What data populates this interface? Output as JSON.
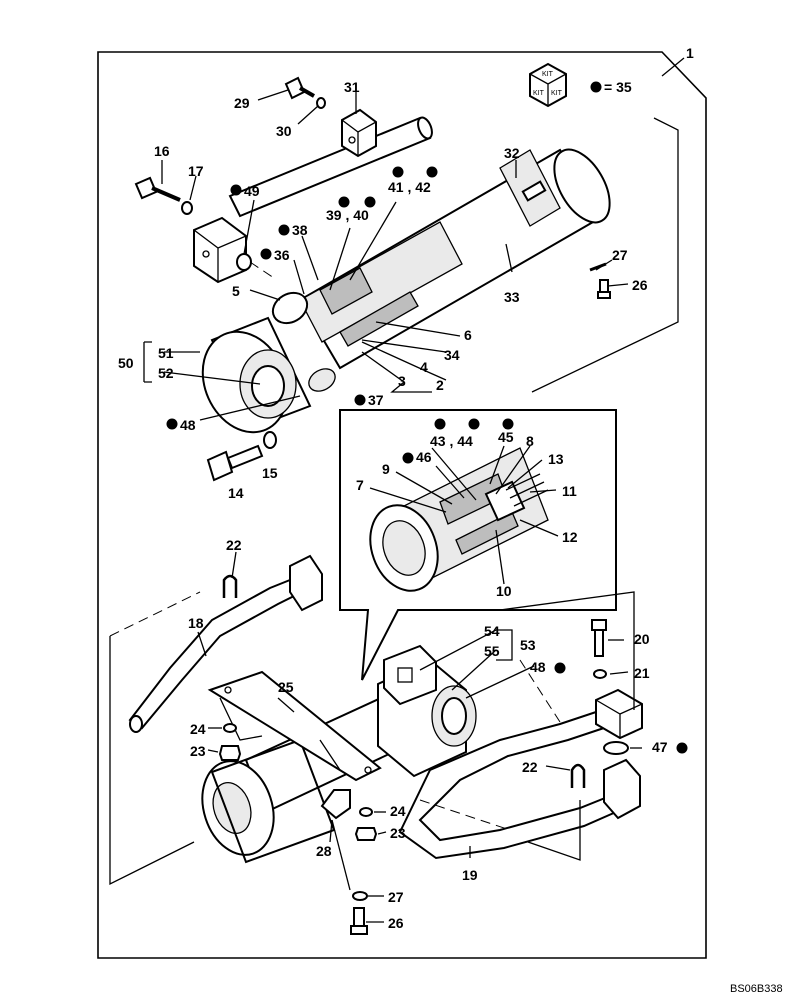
{
  "diagram": {
    "reference_code": "BS06B338",
    "kit_legend": {
      "kit_word": "KIT",
      "equals_text": "= 35"
    },
    "labels": [
      {
        "id": "1",
        "text": "1"
      },
      {
        "id": "2",
        "text": "2"
      },
      {
        "id": "3",
        "text": "3"
      },
      {
        "id": "4",
        "text": "4"
      },
      {
        "id": "5",
        "text": "5"
      },
      {
        "id": "6",
        "text": "6"
      },
      {
        "id": "7",
        "text": "7"
      },
      {
        "id": "8",
        "text": "8"
      },
      {
        "id": "9",
        "text": "9"
      },
      {
        "id": "10",
        "text": "10"
      },
      {
        "id": "11",
        "text": "11"
      },
      {
        "id": "12",
        "text": "12"
      },
      {
        "id": "13",
        "text": "13"
      },
      {
        "id": "14",
        "text": "14"
      },
      {
        "id": "15",
        "text": "15"
      },
      {
        "id": "16",
        "text": "16"
      },
      {
        "id": "17",
        "text": "17"
      },
      {
        "id": "18",
        "text": "18"
      },
      {
        "id": "19",
        "text": "19"
      },
      {
        "id": "20",
        "text": "20"
      },
      {
        "id": "21",
        "text": "21"
      },
      {
        "id": "22a",
        "text": "22"
      },
      {
        "id": "22b",
        "text": "22"
      },
      {
        "id": "23a",
        "text": "23"
      },
      {
        "id": "23b",
        "text": "23"
      },
      {
        "id": "24a",
        "text": "24"
      },
      {
        "id": "24b",
        "text": "24"
      },
      {
        "id": "25",
        "text": "25"
      },
      {
        "id": "26a",
        "text": "26"
      },
      {
        "id": "26b",
        "text": "26"
      },
      {
        "id": "27a",
        "text": "27"
      },
      {
        "id": "27b",
        "text": "27"
      },
      {
        "id": "28",
        "text": "28"
      },
      {
        "id": "29",
        "text": "29"
      },
      {
        "id": "30",
        "text": "30"
      },
      {
        "id": "31",
        "text": "31"
      },
      {
        "id": "32",
        "text": "32"
      },
      {
        "id": "33",
        "text": "33"
      },
      {
        "id": "34",
        "text": "34"
      },
      {
        "id": "36",
        "text": "36"
      },
      {
        "id": "37",
        "text": "37"
      },
      {
        "id": "38",
        "text": "38"
      },
      {
        "id": "3940",
        "text": "39 , 40"
      },
      {
        "id": "4142",
        "text": "41 , 42"
      },
      {
        "id": "4344",
        "text": "43 , 44"
      },
      {
        "id": "45",
        "text": "45"
      },
      {
        "id": "46",
        "text": "46"
      },
      {
        "id": "47",
        "text": "47"
      },
      {
        "id": "48a",
        "text": "48"
      },
      {
        "id": "48b",
        "text": "48"
      },
      {
        "id": "49",
        "text": "49"
      },
      {
        "id": "50",
        "text": "50"
      },
      {
        "id": "51",
        "text": "51"
      },
      {
        "id": "52",
        "text": "52"
      },
      {
        "id": "53",
        "text": "53"
      },
      {
        "id": "54",
        "text": "54"
      },
      {
        "id": "55",
        "text": "55"
      }
    ]
  }
}
